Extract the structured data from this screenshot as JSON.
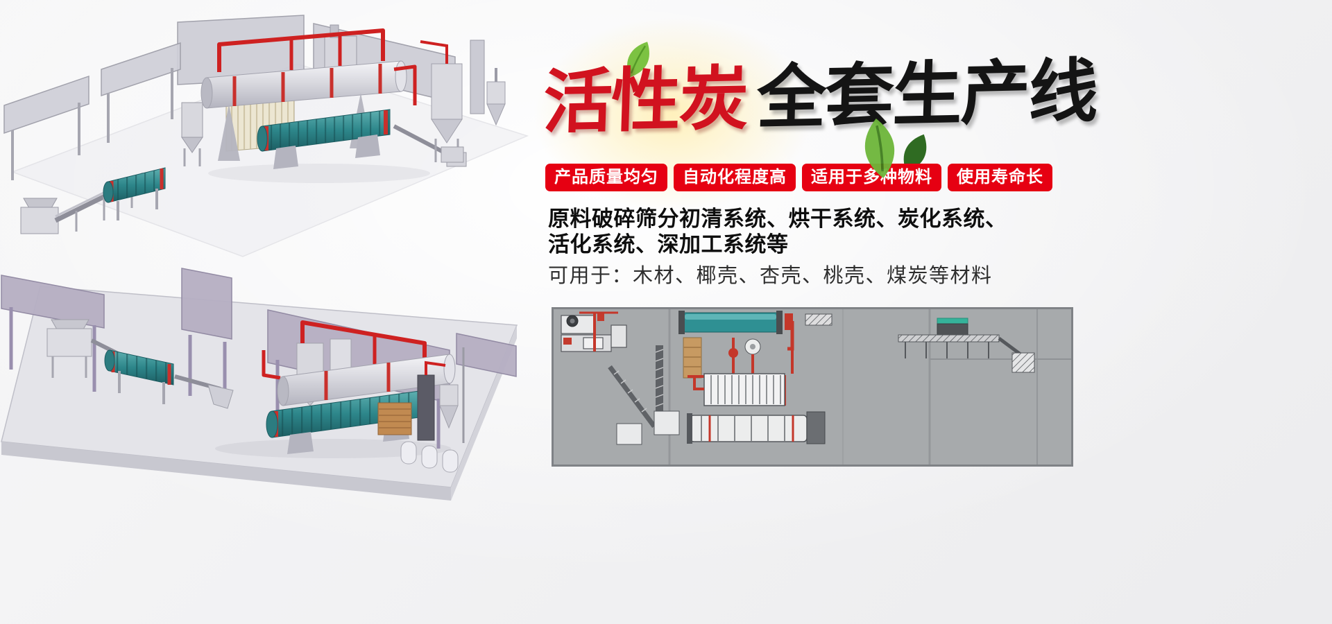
{
  "hero": {
    "title": {
      "red_text": "活性炭",
      "black_text": "全套生产线"
    },
    "badges": [
      "产品质量均匀",
      "自动化程度高",
      "适用于多种物料",
      "使用寿命长"
    ],
    "description": {
      "line1": "原料破碎筛分初清系统、烘干系统、炭化系统、",
      "line2": "活化系统、深加工系统等"
    },
    "materials": "可用于：木材、椰壳、杏壳、桃壳、煤炭等材料",
    "colors": {
      "badge_red": "#e60012",
      "title_red": "#d1121f",
      "title_black": "#141414",
      "pipe_red": "#ce2121",
      "drum_teal": "#2d868a",
      "leaf_green": "#7cc242",
      "diagram_gray": "#a7aaac"
    }
  }
}
